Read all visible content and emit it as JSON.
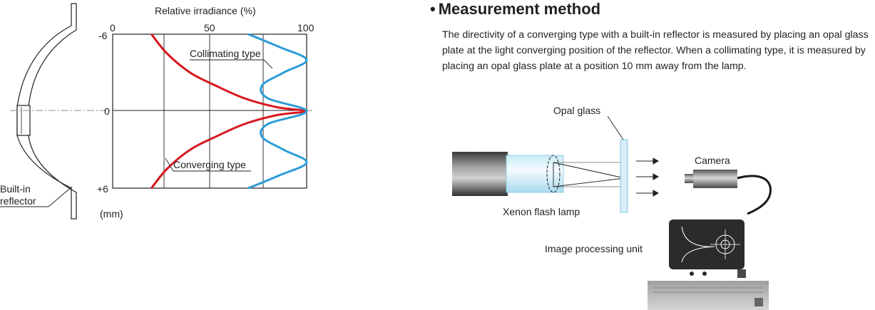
{
  "chart": {
    "x_axis_title": "Relative irradiance (%)",
    "x_ticks": [
      "0",
      "50",
      "100"
    ],
    "y_ticks": [
      "-6",
      "0",
      "+6"
    ],
    "unit_label": "(mm)",
    "reflector_label": [
      "Built-in",
      "reflector"
    ],
    "collimating_label": "Collimating type",
    "converging_label": "Converging type",
    "colors": {
      "converging": "#d7191f",
      "collimating": "#2b9cd8"
    }
  },
  "chart_data": {
    "type": "line",
    "xlabel": "Relative irradiance (%)",
    "ylabel": "(mm)",
    "xlim": [
      0,
      100
    ],
    "ylim": [
      -6,
      6
    ],
    "series": [
      {
        "name": "Converging type",
        "points": [
          [
            20,
            -6
          ],
          [
            28,
            -4.5
          ],
          [
            40,
            -3
          ],
          [
            53,
            -2
          ],
          [
            68,
            -1
          ],
          [
            85,
            -0.3
          ],
          [
            100,
            0
          ],
          [
            85,
            0.3
          ],
          [
            68,
            1
          ],
          [
            53,
            2
          ],
          [
            40,
            3
          ],
          [
            28,
            4.5
          ],
          [
            20,
            6
          ]
        ]
      },
      {
        "name": "Collimating type",
        "points": [
          [
            70,
            -6
          ],
          [
            86,
            -5
          ],
          [
            100,
            -4
          ],
          [
            88,
            -3
          ],
          [
            77,
            -2
          ],
          [
            80,
            -1
          ],
          [
            100,
            0
          ],
          [
            80,
            1
          ],
          [
            77,
            2
          ],
          [
            88,
            3
          ],
          [
            100,
            4
          ],
          [
            86,
            5
          ],
          [
            70,
            6
          ]
        ]
      }
    ]
  },
  "section": {
    "bullet": "•",
    "title": "Measurement method",
    "description": "The directivity of a converging type with a built-in reflector is measured by placing an opal glass plate at the light converging position of the reflector. When a collimating type, it is measured by placing an opal glass plate at a position 10 mm away from the lamp."
  },
  "setup": {
    "opal_glass_label": "Opal glass",
    "camera_label": "Camera",
    "lamp_label": "Xenon flash lamp",
    "processing_label": "Image processing unit"
  }
}
